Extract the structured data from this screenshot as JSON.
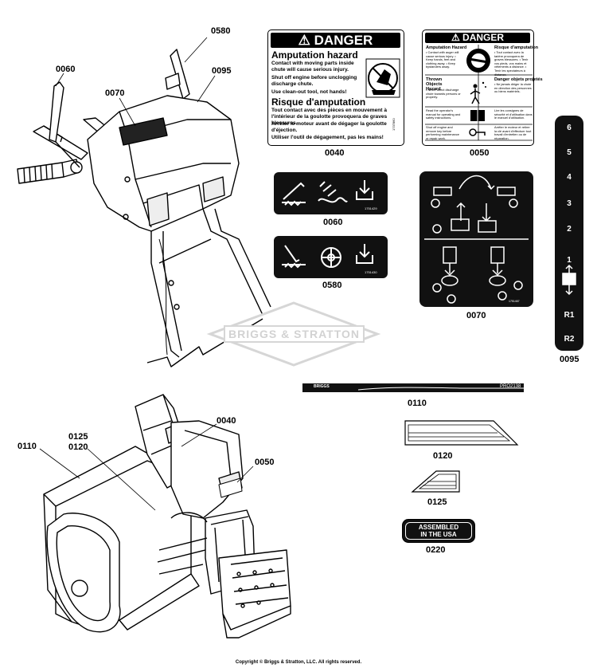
{
  "callouts": {
    "c0580_top": "0580",
    "c0060_top": "0060",
    "c0070_top": "0070",
    "c0095_top": "0095",
    "c0040": "0040",
    "c0050": "0050",
    "c0060": "0060",
    "c0580": "0580",
    "c0070": "0070",
    "c0095": "0095",
    "c0110": "0110",
    "c0120": "0120",
    "c0125": "0125",
    "c0220": "0220",
    "c0110_left": "0110",
    "c0125_left": "0125",
    "c0120_left": "0120",
    "c0040_bottom": "0040",
    "c0050_bottom": "0050"
  },
  "decal_0040": {
    "header": "DANGER",
    "title_en": "Amputation hazard",
    "text_en": "Contact with moving parts inside chute will cause serious injury.",
    "bullet1_en": "Shut off engine before unclogging discharge chute.",
    "bullet2_en": "Use clean-out tool, not hands!",
    "title_fr": "Risque d'amputation",
    "text_fr": "Tout contact avec des pièces en mouvement à l'intérieur de la goulotte provoquera de graves blessures.",
    "bullet1_fr": "Arrêter le moteur avant de dégager la goulotte d'éjection.",
    "bullet2_fr": "Utiliser l'outil de dégagement, pas les mains!",
    "part_no": "1737860"
  },
  "decal_0050": {
    "header": "DANGER",
    "s1_title": "Amputation Hazard",
    "s1_text": "• Contact with auger will cause serious injury. • Keep hands, feet and clothing away. • Keep bystanders away.",
    "s1_title_fr": "Risque d'amputation",
    "s1_text_fr": "• Tout contact avec la tarière provoquera de graves blessures. • Tenir vos pieds, vos mains et vêtements à distance. • Tenir les spectateurs à distance.",
    "s2_title": "Thrown Objects Hazard",
    "s2_text": "• Never direct discharge chute towards persons or property.",
    "s2_title_fr": "Danger objets projetés",
    "s2_text_fr": "• Ne jamais diriger la chute en direction des personnes ou biens matériels.",
    "s3_text": "Read the operator's manual for operating and safety instructions.",
    "s3_text_fr": "Lire les consignes de sécurité et d'utilisation dans le manuel d'utilisation.",
    "s4_text": "Shut off engine and remove key before performing maintenance or repair work.",
    "s4_text_fr": "Arrêter le moteur et retirer la clé avant d'effectuer tout travail d'entretien ou de réparation."
  },
  "decal_0060": {
    "part_no": "1751429"
  },
  "decal_0580": {
    "part_no": "1751430"
  },
  "decal_0070": {
    "part_no": "1751467"
  },
  "decal_0095": {
    "numbers": [
      "6",
      "5",
      "4",
      "3",
      "2",
      "1",
      "R1",
      "R2"
    ]
  },
  "decal_0110": {
    "brand": "BRIGGS",
    "model": "PRO2138"
  },
  "decal_0220": {
    "line1": "ASSEMBLED",
    "line2": "IN THE USA"
  },
  "watermark": "BRIGGS & STRATTON",
  "copyright": "Copyright © Briggs & Stratton, LLC. All rights reserved."
}
